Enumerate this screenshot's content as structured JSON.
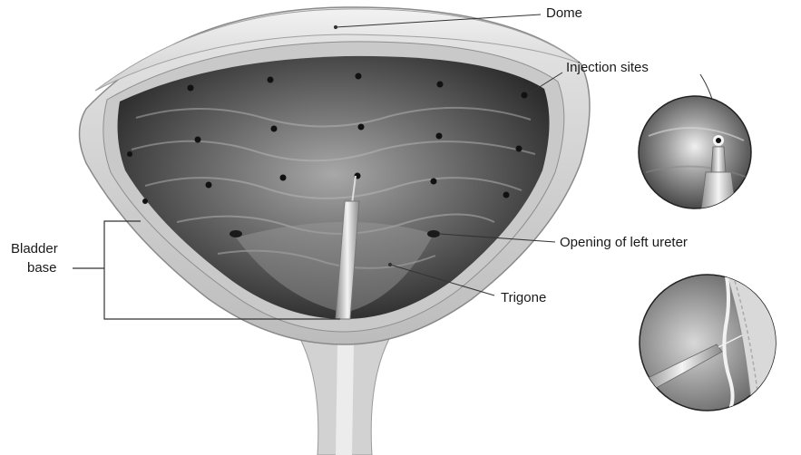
{
  "labels": {
    "dome": "Dome",
    "injection_sites": "Injection sites",
    "opening_left_ureter": "Opening of left ureter",
    "trigone": "Trigone",
    "bladder_base_line1": "Bladder",
    "bladder_base_line2": "base"
  },
  "colors": {
    "wall_outer": "#d9d9d9",
    "wall_inner": "#bdbdbd",
    "lumen_dark": "#2b2b2b",
    "lumen_light": "#9a9a9a",
    "leader_line": "#333333",
    "injection_dot": "#111111"
  }
}
